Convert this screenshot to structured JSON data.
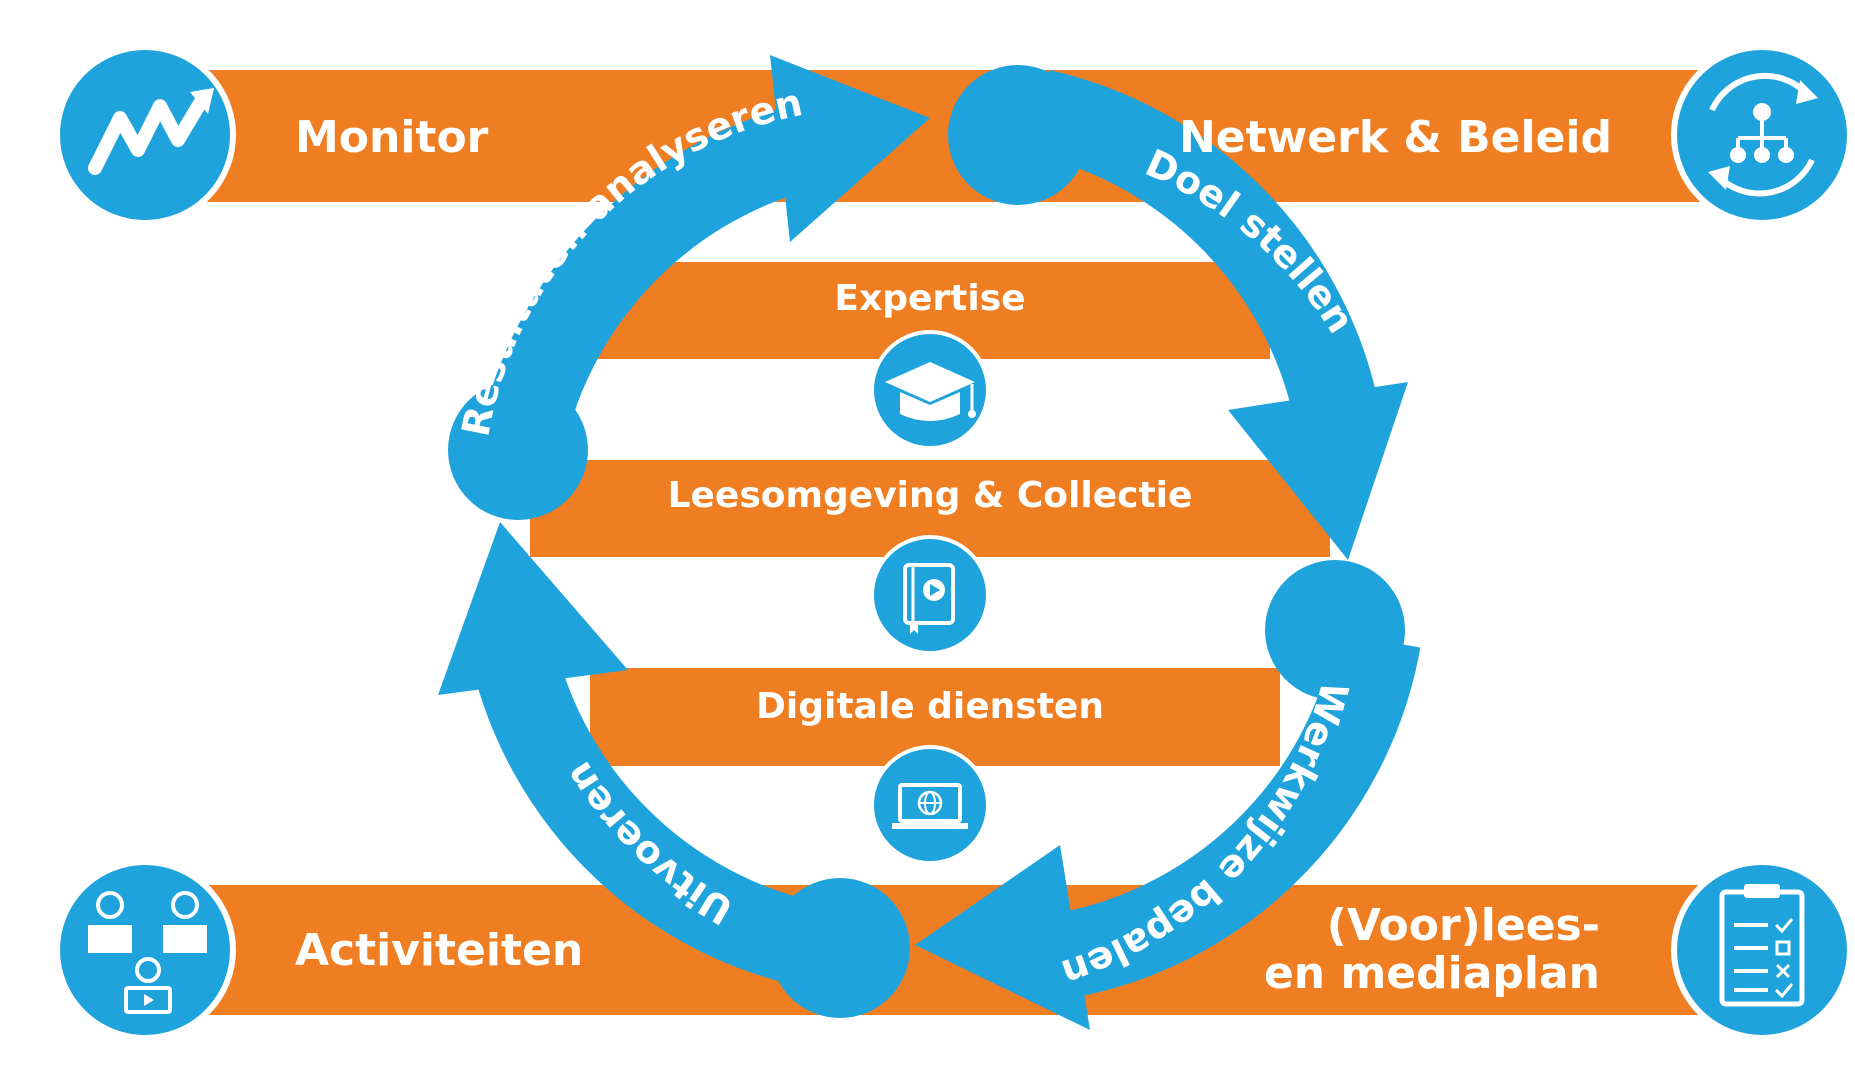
{
  "colors": {
    "blue": "#1fa3dc",
    "orange": "#ef7d22",
    "white": "#ffffff"
  },
  "corners": {
    "top_left": {
      "label": "Monitor",
      "icon": "trend-up-icon"
    },
    "top_right": {
      "label": "Netwerk & Beleid",
      "icon": "network-cycle-icon"
    },
    "bottom_left": {
      "label": "Activiteiten",
      "icon": "readers-icon"
    },
    "bottom_right": {
      "label_line1": "(Voor)lees-",
      "label_line2": "en mediaplan",
      "icon": "checklist-icon"
    }
  },
  "center": {
    "items": [
      {
        "label": "Expertise",
        "icon": "graduation-cap-icon"
      },
      {
        "label": "Leesomgeving & Collectie",
        "icon": "book-media-icon"
      },
      {
        "label": "Digitale diensten",
        "icon": "laptop-globe-icon"
      }
    ]
  },
  "cycle": {
    "steps": [
      "Resultaten analyseren",
      "Doel stellen",
      "Werkwijze bepalen",
      "Uitvoeren"
    ]
  }
}
